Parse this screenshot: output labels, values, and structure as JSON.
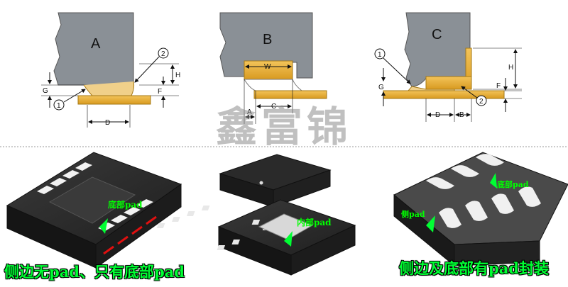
{
  "panels": {
    "a": {
      "letter": "A",
      "dims": {
        "g": "G",
        "h": "H",
        "f": "F",
        "d": "D"
      },
      "callouts": {
        "one": "1",
        "two": "2"
      }
    },
    "b": {
      "letter": "B",
      "dims": {
        "w": "W",
        "a": "A",
        "c": "C"
      }
    },
    "c": {
      "letter": "C",
      "dims": {
        "g": "G",
        "h": "H",
        "f": "F",
        "d": "D",
        "b": "B"
      },
      "callouts": {
        "one": "1",
        "two": "2"
      }
    }
  },
  "watermark": "鑫富锦",
  "packages": {
    "left": {
      "caption": "侧边无pad、只有底部pad",
      "label": "底部pad"
    },
    "middle": {
      "label": "内部pad"
    },
    "right": {
      "caption": "侧边及底部有pad封装",
      "label_bottom": "底部pad",
      "label_side": "侧pad"
    }
  },
  "colors": {
    "die": "#8a9096",
    "pad": "#e8b23a",
    "green": "#00ff33",
    "body": "#2a2a2a"
  }
}
